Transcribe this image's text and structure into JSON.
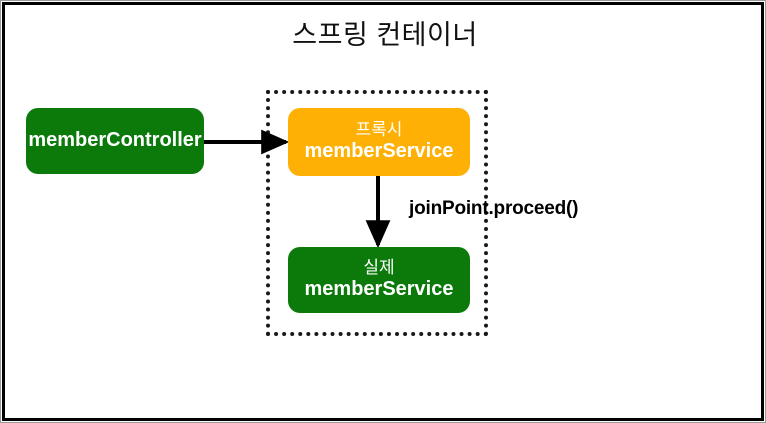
{
  "diagram": {
    "title": "스프링 컨테이너",
    "container_label": "스프링 컨테이너",
    "colors": {
      "green": "#0b7a0b",
      "orange": "#ffb005",
      "border": "#000000",
      "text_light": "#ffffff",
      "text_dark": "#111111"
    },
    "nodes": [
      {
        "id": "member-controller",
        "sub": "",
        "main": "memberController",
        "fill": "#0b7a0b",
        "inside_container": false
      },
      {
        "id": "proxy-member-service",
        "sub": "프록시",
        "main": "memberService",
        "fill": "#ffb005",
        "inside_container": true
      },
      {
        "id": "real-member-service",
        "sub": "실제",
        "main": "memberService",
        "fill": "#0b7a0b",
        "inside_container": true
      }
    ],
    "edges": [
      {
        "id": "controller-to-proxy",
        "from": "member-controller",
        "to": "proxy-member-service",
        "label": "",
        "direction": "right"
      },
      {
        "id": "proxy-to-real",
        "from": "proxy-member-service",
        "to": "real-member-service",
        "label": "joinPoint.proceed()",
        "direction": "down"
      }
    ],
    "annotation": "joinPoint.proceed()"
  }
}
